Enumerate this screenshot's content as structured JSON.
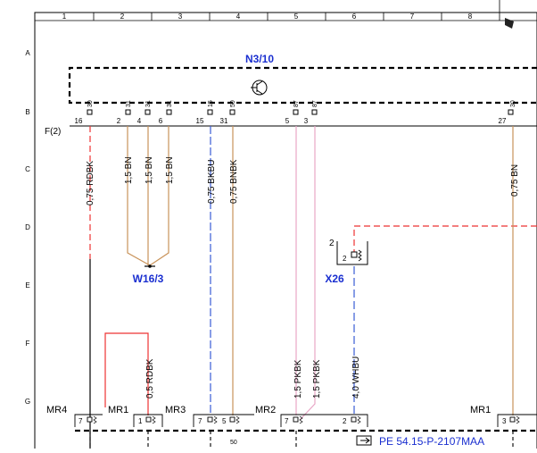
{
  "columns": [
    "1",
    "2",
    "3",
    "4",
    "5",
    "6",
    "7",
    "8"
  ],
  "rows": [
    "A",
    "B",
    "C",
    "D",
    "E",
    "F",
    "G"
  ],
  "module": {
    "name": "N3/10"
  },
  "connector_label": "F(2)",
  "pin_top": {
    "p30": "30",
    "p31a": "31",
    "p31b": "31",
    "p31c": "31",
    "p15": "15",
    "p50": "50",
    "p87a": "87",
    "p87b": "87",
    "p27x": "30"
  },
  "pin_bottom": {
    "p16": "16",
    "p2": "2",
    "p4": "4",
    "p6": "6",
    "p15": "15",
    "p31": "31",
    "p5": "5",
    "p3": "3",
    "p27": "27"
  },
  "wires": {
    "w1": "0,75 RDBK",
    "w2": "1,5 BN",
    "w3": "1,5 BN",
    "w4": "1,5 BN",
    "w5": "0,75 BKBU",
    "w6": "0,75 BNBK",
    "w7": "1,5 PKBK",
    "w8": "1,5 PKBK",
    "w9": "0,5 RDBK",
    "w10": "4,0 WHBU",
    "w11": "0,75 BN"
  },
  "ground": {
    "name": "W16/3"
  },
  "relay": {
    "name": "X26",
    "pin_outer": "2",
    "pin_inner": "2"
  },
  "mr_labels": {
    "mr4": "MR4",
    "mr1a": "MR1",
    "mr3": "MR3",
    "mr2": "MR2",
    "mr1b": "MR1"
  },
  "mr_pins": {
    "a": "7",
    "b": "1",
    "c": "7",
    "d": "5",
    "e": "7",
    "f": "2",
    "g": "3"
  },
  "bottom_pin": "50",
  "reference": {
    "text": "PE 54.15-P-2107MAA"
  }
}
